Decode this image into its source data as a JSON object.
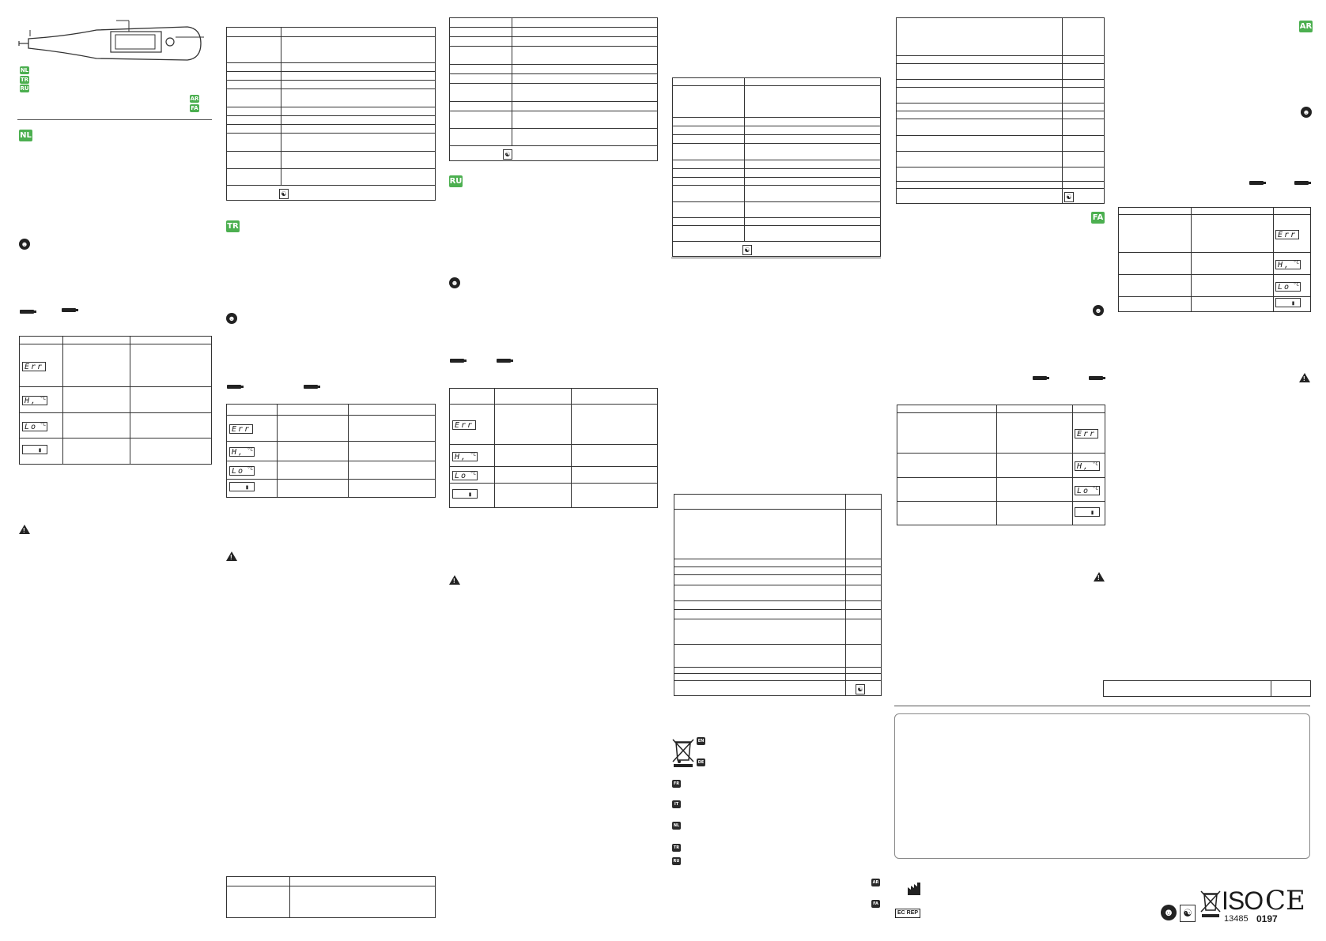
{
  "languages": {
    "nl": "NL",
    "tr": "TR",
    "ru": "RU",
    "ar": "AR",
    "fa": "FA",
    "en": "EN",
    "de": "DE",
    "fr": "FR",
    "it": "IT"
  },
  "display_codes": {
    "err": "Err",
    "hi": "H,",
    "lo": "Lo",
    "degree": "°C"
  },
  "symbols": {
    "ec_rep": "EC REP",
    "iso": "ISO",
    "ce": "CE",
    "iso_number": "13485",
    "notified_body": "0197"
  },
  "colors": {
    "badge_green": "#4caf50",
    "ink": "#1a1a1a"
  },
  "icons": [
    "thermometer-illustration",
    "book-icon",
    "warning-icon",
    "battery-icon",
    "bf-applied-part-icon",
    "wheelie-bin-icon",
    "manufacturer-icon",
    "ce-mark-icon"
  ]
}
